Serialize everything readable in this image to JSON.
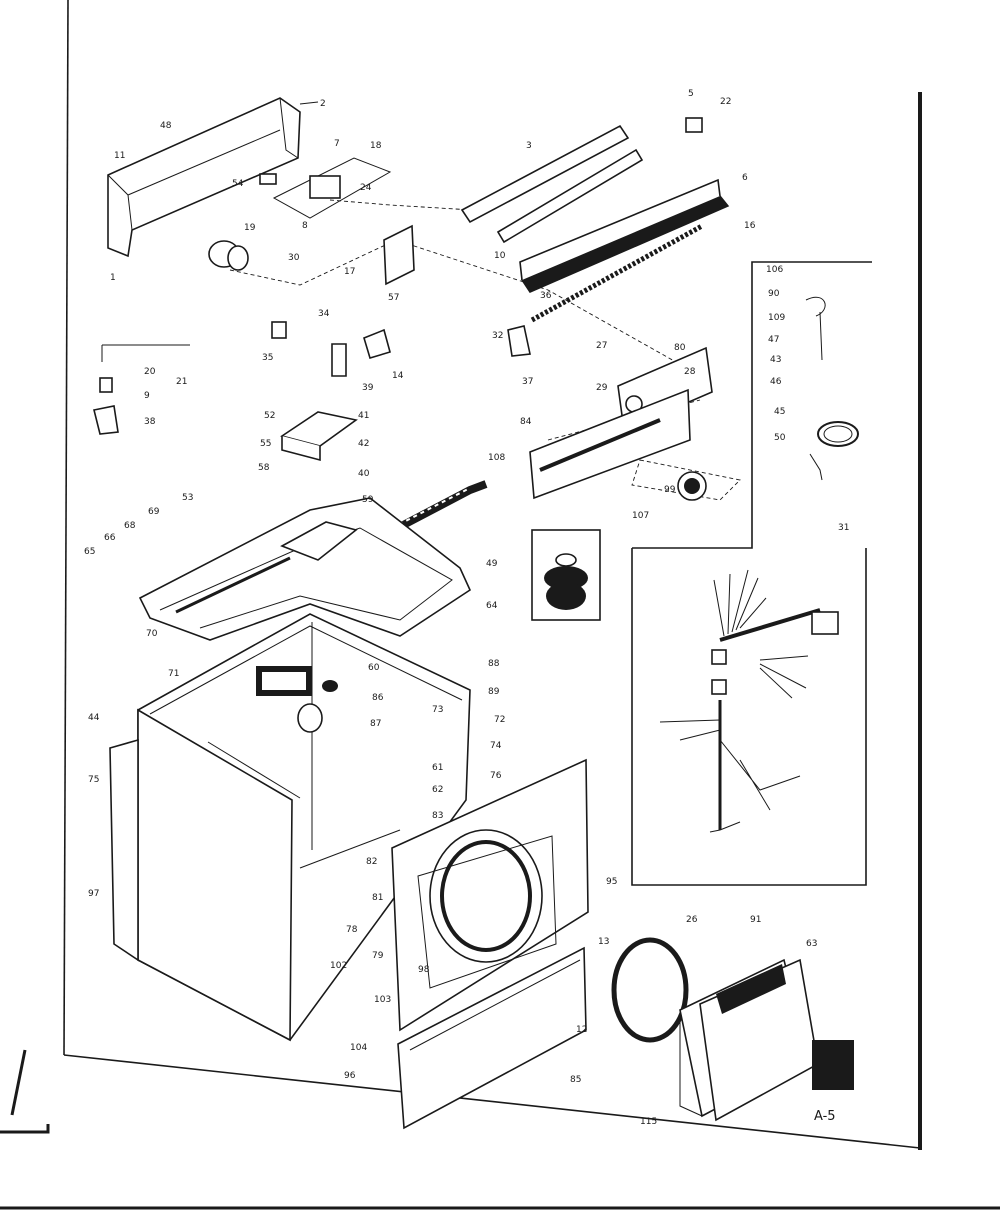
{
  "sheet_label": "A-5",
  "callouts": {
    "c1": "2",
    "c2": "11",
    "c3": "48",
    "c4": "1",
    "c5": "7",
    "c6": "18",
    "c7": "54",
    "c8": "8",
    "c9": "24",
    "c10": "3",
    "c11": "5",
    "c12": "22",
    "c13": "10",
    "c14": "6",
    "c15": "16",
    "c16": "19",
    "c17": "30",
    "c18": "57",
    "c19": "17",
    "c20": "36",
    "c21": "34",
    "c22": "35",
    "c23": "14",
    "c24": "39",
    "c25": "20",
    "c26": "21",
    "c27": "9",
    "c28": "38",
    "c29": "32",
    "c30": "37",
    "c31": "27",
    "c32": "80",
    "c33": "29",
    "c34": "28",
    "c35": "84",
    "c36": "108",
    "c37": "99",
    "c38": "107",
    "c39": "106",
    "c40": "90",
    "c41": "109",
    "c42": "47",
    "c43": "43",
    "c44": "46",
    "c45": "45",
    "c46": "50",
    "c47": "31",
    "c48": "52",
    "c49": "55",
    "c50": "58",
    "c51": "41",
    "c52": "42",
    "c53": "40",
    "c54": "53",
    "c55": "59",
    "c56": "49",
    "c57": "64",
    "c58": "65",
    "c59": "66",
    "c60": "68",
    "c61": "69",
    "c62": "70",
    "c63": "71",
    "c64": "44",
    "c65": "60",
    "c66": "86",
    "c67": "87",
    "c68": "88",
    "c69": "89",
    "c70": "72",
    "c71": "73",
    "c72": "74",
    "c73": "75",
    "c74": "76",
    "c75": "61",
    "c76": "62",
    "c77": "83",
    "c78": "82",
    "c79": "81",
    "c80": "78",
    "c81": "79",
    "c82": "97",
    "c83": "102",
    "c84": "103",
    "c85": "104",
    "c86": "96",
    "c87": "98",
    "c88": "95",
    "c89": "13",
    "c90": "12",
    "c91": "85",
    "c92": "115",
    "c93": "26",
    "c94": "91",
    "c95": "63"
  }
}
